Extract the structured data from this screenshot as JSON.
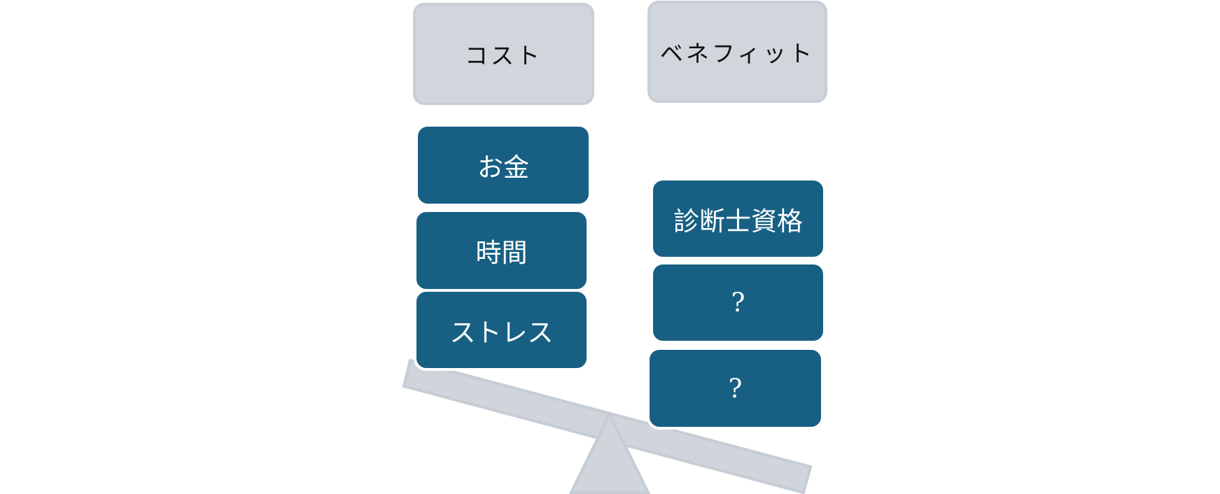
{
  "colors": {
    "item_fill": "#176083",
    "header_fill": "#d1d6dd",
    "seesaw": "#d0d5dc"
  },
  "headers": {
    "cost": "コスト",
    "benefit": "ベネフィット"
  },
  "cost_items": [
    "お金",
    "時間",
    "ストレス"
  ],
  "benefit_items": [
    "診断士資格",
    "?",
    "?"
  ]
}
